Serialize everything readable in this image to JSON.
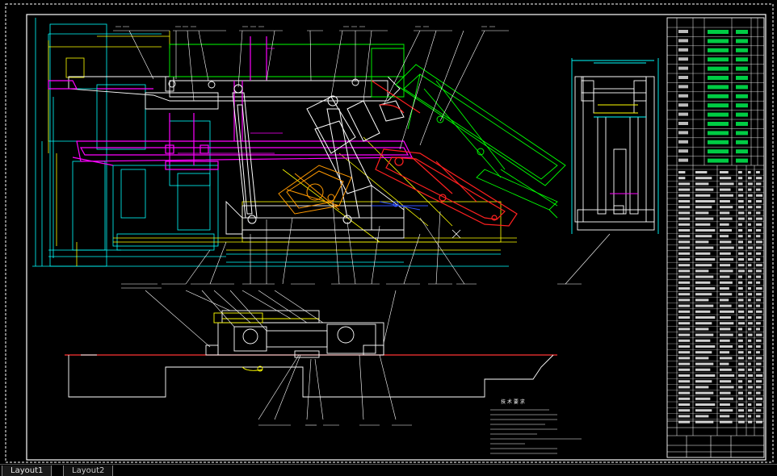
{
  "colors": {
    "background": "#000000",
    "frame": "#ffffff",
    "cyan": "#00ffff",
    "yellow": "#ffff00",
    "magenta": "#ff00ff",
    "green": "#00ff00",
    "red": "#ff0000",
    "orange": "#ff8800",
    "blue": "#3050ff"
  },
  "layout_tabs": [
    "Layout1",
    "Layout2"
  ],
  "active_tab": 0,
  "title_block": {
    "doc_heading": "技 术 要 求"
  }
}
